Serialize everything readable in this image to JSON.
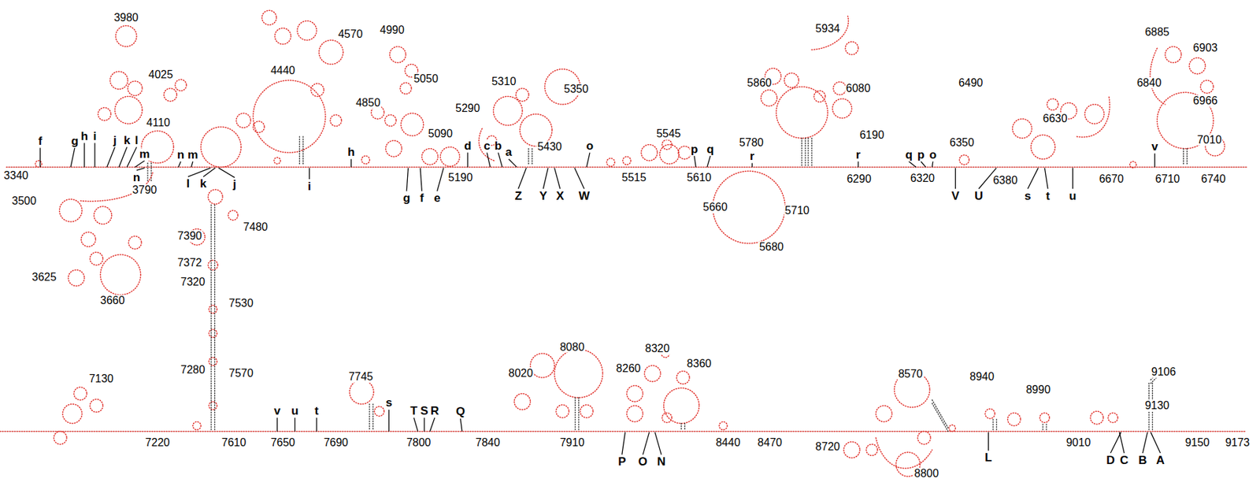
{
  "diagram": {
    "labels": [
      "3980",
      "4570",
      "4990",
      "5934",
      "6885",
      "6903",
      "4440",
      "4025",
      "5050",
      "5310",
      "5860",
      "6490",
      "6840",
      "6080",
      "5350",
      "4850",
      "6966",
      "5290",
      "6630",
      "4110",
      "5090",
      "5545",
      "6190",
      "7010",
      "6350",
      "5430",
      "5780",
      "f",
      "g",
      "h",
      "i",
      "j",
      "k",
      "l",
      "m",
      "n",
      "m",
      "h",
      "d",
      "c",
      "b",
      "a",
      "o",
      "p",
      "q",
      "r",
      "r",
      "q",
      "p",
      "o",
      "v",
      "3340",
      "5190",
      "5515",
      "5610",
      "6290",
      "6320",
      "6380",
      "6670",
      "6710",
      "6740",
      "n",
      "l",
      "k",
      "j",
      "i",
      "3790",
      "3500",
      "g",
      "f",
      "e",
      "Z",
      "Y",
      "X",
      "W",
      "5660",
      "5710",
      "V",
      "U",
      "s",
      "t",
      "u",
      "5680",
      "3625",
      "3660",
      "7480",
      "7390",
      "7372",
      "7320",
      "7530",
      "7280",
      "7570",
      "7130",
      "8080",
      "8320",
      "8570",
      "8020",
      "8260",
      "8360",
      "8940",
      "8990",
      "9106",
      "7745",
      "9130",
      "v",
      "u",
      "t",
      "s",
      "T",
      "S",
      "R",
      "Q",
      "7220",
      "7610",
      "7650",
      "7690",
      "7800",
      "7840",
      "7910",
      "8440",
      "8470",
      "8720",
      "9010",
      "9150",
      "9173",
      "P",
      "O",
      "N",
      "L",
      "D",
      "C",
      "B",
      "A",
      "8800"
    ]
  }
}
